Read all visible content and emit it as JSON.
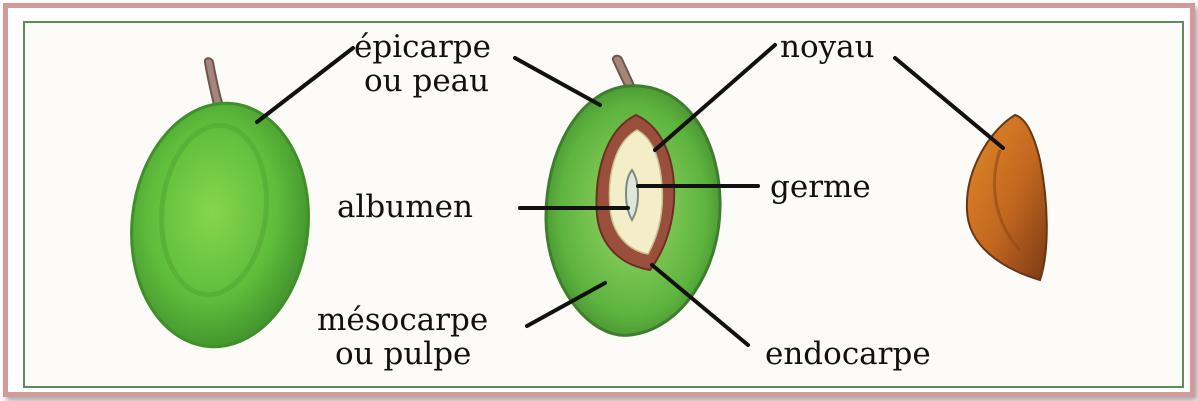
{
  "labels": {
    "epicarp_line1": "épicarpe",
    "epicarp_line2": "ou peau",
    "stone": "noyau",
    "albumen": "albumen",
    "germ": "germe",
    "mesocarp_line1": "mésocarpe",
    "mesocarp_line2": "ou pulpe",
    "endocarp": "endocarpe"
  },
  "colors": {
    "frame": "#d39a9a",
    "inner_border": "#5e8a5e",
    "fruit_green": "#5fbd3c",
    "fruit_dark": "#3f8f2a",
    "endocarp": "#9a4f3c",
    "albumen": "#f3eec8",
    "stone": "#c2671f"
  }
}
